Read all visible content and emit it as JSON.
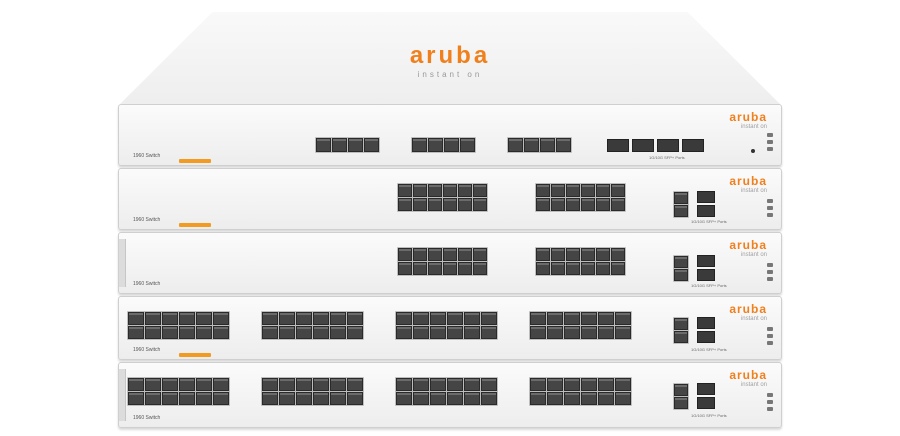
{
  "brand": {
    "logo_text": "aruba",
    "sub_text": "instant on",
    "accent_color": "#f0801c",
    "tag_color": "#f29b22"
  },
  "units": [
    {
      "model": "1960 Switch",
      "sfp_label": "1G/10G SFP+ Ports"
    },
    {
      "model": "1960 Switch",
      "sfp_label": "1G/10G SFP+ Ports"
    },
    {
      "model": "1960 Switch",
      "sfp_label": "1G/10G SFP+ Ports"
    },
    {
      "model": "1960 Switch",
      "sfp_label": "1G/10G SFP+ Ports"
    },
    {
      "model": "1960 Switch",
      "sfp_label": "1G/10G SFP+ Ports"
    }
  ]
}
